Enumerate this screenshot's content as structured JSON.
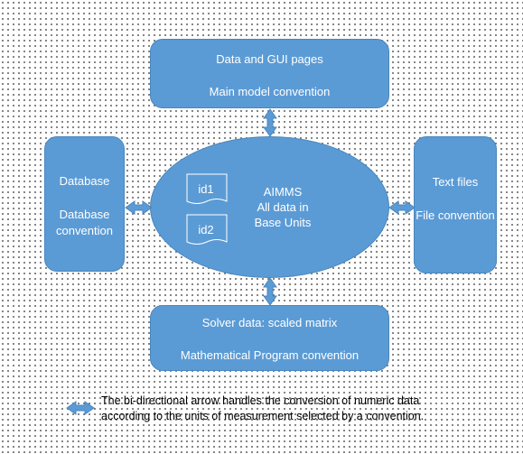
{
  "colors": {
    "shape_fill": "#5b9bd5",
    "shape_border": "#4a86bd",
    "text": "#ffffff"
  },
  "top_box": {
    "line1": "Data and GUI pages",
    "line2": "Main model convention"
  },
  "left_box": {
    "line1": "Database",
    "line2": "Database convention"
  },
  "right_box": {
    "line1": "Text files",
    "line2": "File convention"
  },
  "bottom_box": {
    "line1": "Solver data: scaled matrix",
    "line2": "Mathematical Program convention"
  },
  "center": {
    "line1": "AIMMS",
    "line2": "All data in",
    "line3": "Base Units"
  },
  "documents": [
    {
      "label": "id1"
    },
    {
      "label": "id2"
    }
  ],
  "legend": {
    "line1": "The bi-directional arrow handles the conversion of numeric data",
    "line2": "according to the units of measurement selected by a convention."
  }
}
